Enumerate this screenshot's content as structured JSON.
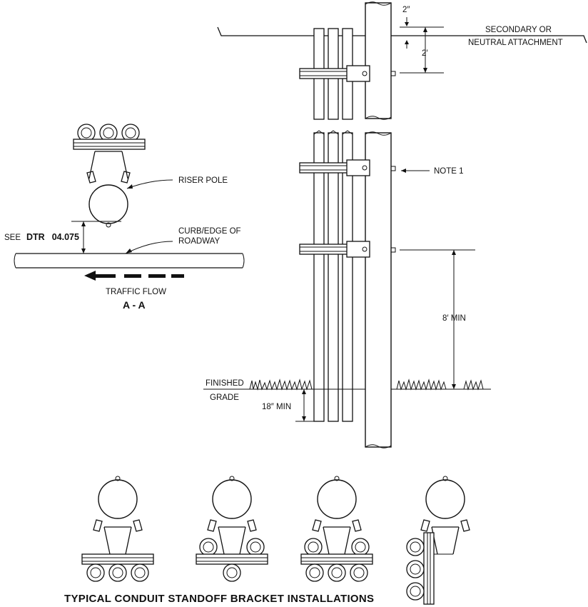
{
  "labels": {
    "two_inch": "2″",
    "two_feet": "2′",
    "secondary_line1": "SECONDARY OR",
    "secondary_line2": "NEUTRAL ATTACHMENT",
    "note1": "NOTE 1",
    "riser_pole": "RISER POLE",
    "see": "SEE",
    "dtr": "DTR",
    "dtr_number": "04.075",
    "curb_line1": "CURB/EDGE OF",
    "curb_line2": "ROADWAY",
    "traffic_flow": "TRAFFIC FLOW",
    "section": "A - A",
    "eight_feet_min": "8′ MIN",
    "finished": "FINISHED",
    "grade": "GRADE",
    "eighteen_inch_min": "18″ MIN",
    "bottom_title": "TYPICAL CONDUIT STANDOFF BRACKET INSTALLATIONS"
  }
}
